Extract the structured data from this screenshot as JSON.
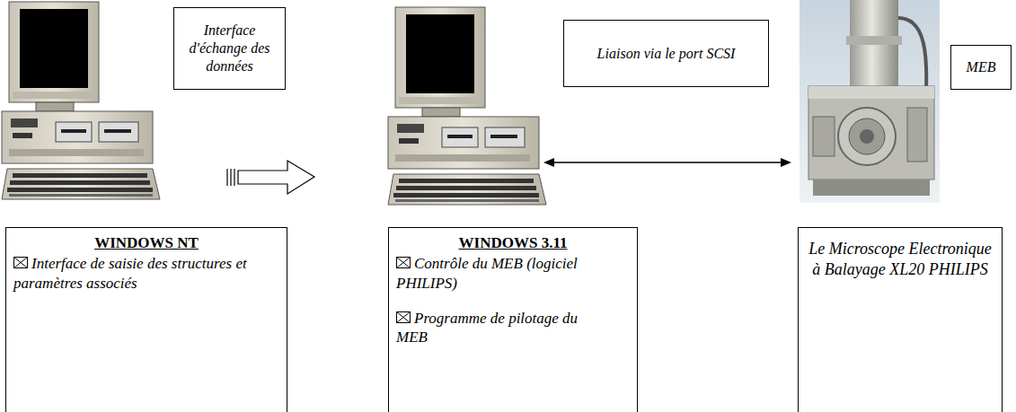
{
  "diagram": {
    "nodes": [
      {
        "text": [
          "Interface d'échange des données"
        ]
      },
      {
        "text": [
          "Liaison via le port SCSI"
        ]
      },
      {
        "text": [
          "MEB"
        ]
      },
      {
        "text": [
          "WINDOWS NT",
          "Interface de saisie des structures et paramètres associés"
        ]
      },
      {
        "text": [
          "WINDOWS 3.11",
          "Contrôle du MEB (logiciel PHILIPS)",
          "Programme de pilotage du MEB"
        ]
      },
      {
        "text": [
          "Le Microscope Electronique à Balayage XL20 PHILIPS"
        ]
      }
    ]
  }
}
